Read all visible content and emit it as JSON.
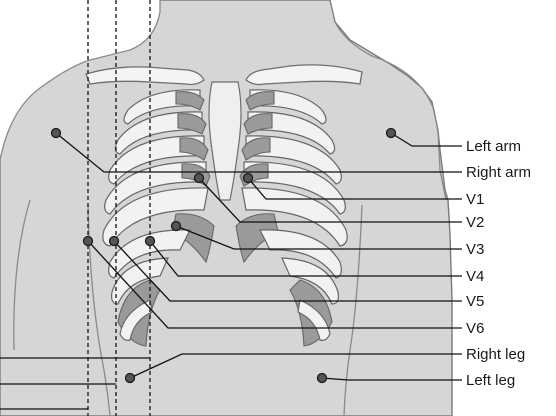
{
  "labels": {
    "left_arm": "Left arm",
    "right_arm": "Right arm",
    "v1": "V1",
    "v2": "V2",
    "v3": "V3",
    "v4": "V4",
    "v5": "V5",
    "v6": "V6",
    "right_leg": "Right leg",
    "left_leg": "Left leg"
  },
  "colors": {
    "skin": "#d6d6d6",
    "bone": "#f2f2f2",
    "bone_shade": "#9a9a9a",
    "electrode": "#555555",
    "line": "#111111"
  }
}
